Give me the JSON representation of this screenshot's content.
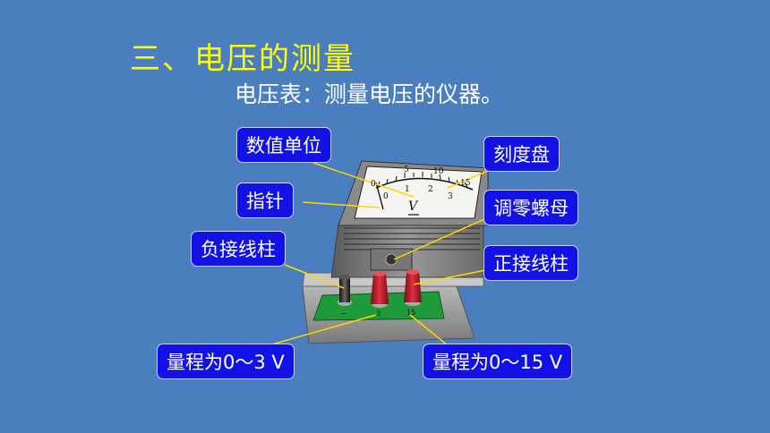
{
  "heading": {
    "title": "三、电压的测量",
    "subtitle": "电压表：测量电压的仪器。"
  },
  "labels": {
    "unit": "数值单位",
    "needle": "指针",
    "negative_terminal": "负接线柱",
    "dial": "刻度盘",
    "zero_adjust": "调零螺母",
    "positive_terminal": "正接线柱",
    "range_3": "量程为0～3 V",
    "range_15": "量程为0～15 V"
  },
  "meter": {
    "unit_symbol": "V",
    "scale_outer": [
      "0",
      "5",
      "10",
      "15"
    ],
    "scale_inner": [
      "0",
      "1",
      "2",
      "3"
    ],
    "terminal_marks": [
      "−",
      "3",
      "15"
    ]
  },
  "colors": {
    "background": "#4a7ebf",
    "title": "#ffff00",
    "label_bg": "#1212e6",
    "terminal_red": "#c0182a",
    "terminal_black": "#2a2a2a",
    "base_green": "#1e9a3a"
  }
}
